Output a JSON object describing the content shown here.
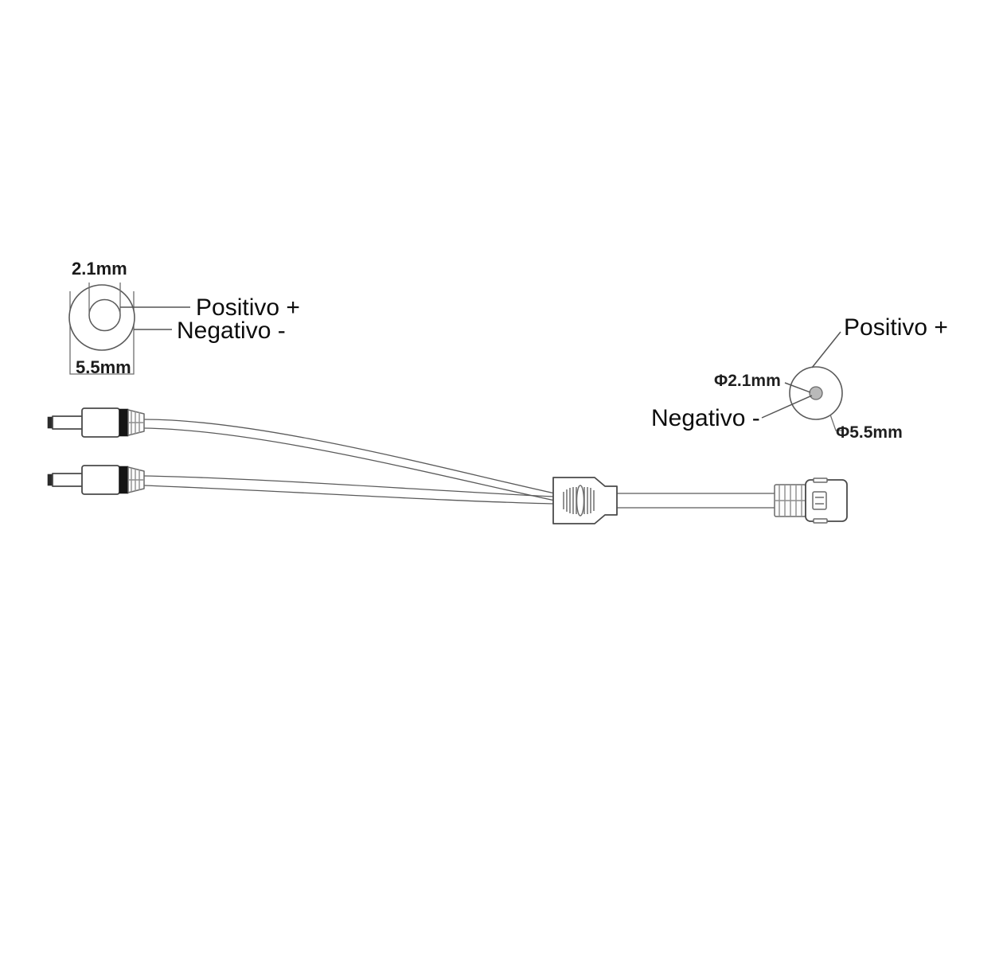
{
  "page": {
    "title": "DC Power Splitter Cable Diagram",
    "background_color": "#ffffff",
    "line_color": "#4a4a4a",
    "text_color": "#0d0d0d"
  },
  "left_connector_detail": {
    "name": "male-plug-cross-section",
    "inner_diameter_label": "2.1mm",
    "outer_diameter_label": "5.5mm",
    "positive_label": "Positivo +",
    "negative_label": "Negativo -"
  },
  "right_connector_detail": {
    "name": "female-jack-cross-section",
    "inner_diameter_label": "Φ2.1mm",
    "outer_diameter_label": "Φ5.5mm",
    "positive_label": "Positivo +",
    "negative_label": "Negativo -"
  },
  "cable": {
    "splitter_name": "y-splitter-body",
    "male_plug_count": 2,
    "female_jack_count": 1
  },
  "icons": {
    "male_plug": "dc-male-plug-icon",
    "female_jack": "dc-female-jack-icon",
    "splitter": "cable-splitter-icon",
    "ribbed_strain_relief": "strain-relief-icon"
  }
}
